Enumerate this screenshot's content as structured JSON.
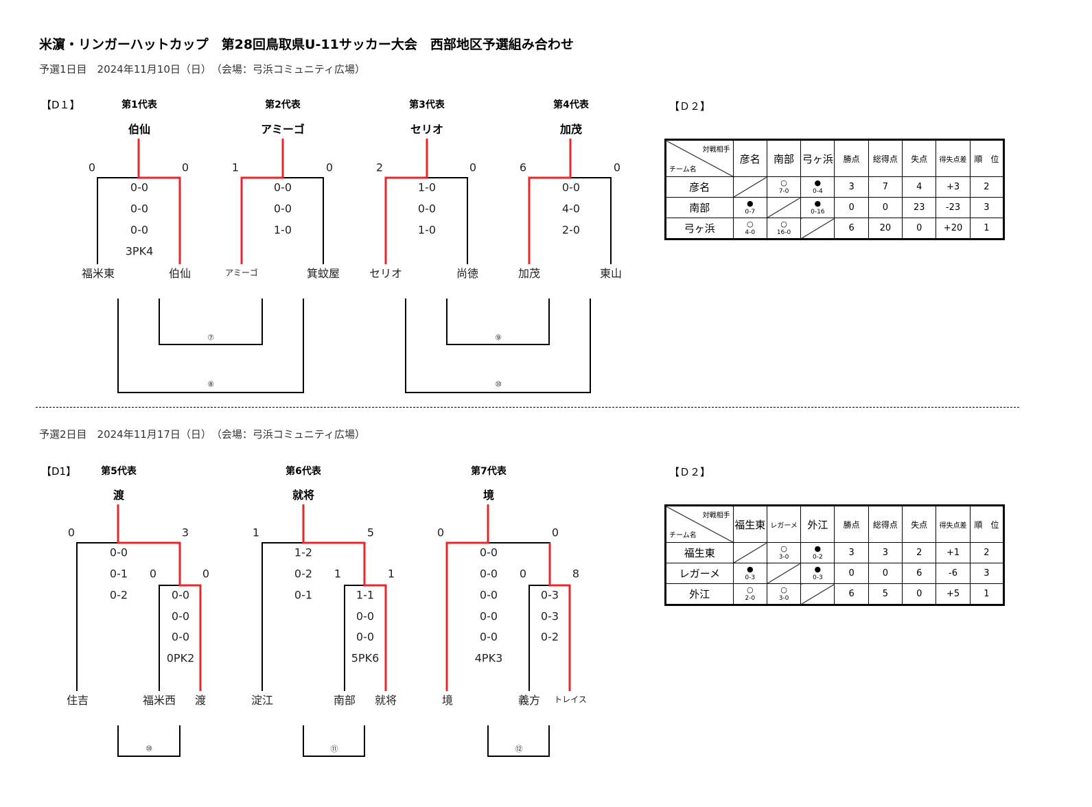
{
  "title": "米濵・リンガーハットカップ　第28回鳥取県U-11サッカー大会　西部地区予選組み合わせ",
  "day1": {
    "label": "予選1日目　2024年11月10日（日）　（会場：弓浜コミュニティ広場）",
    "d1": {
      "section": "【D１】",
      "reps": [
        "第1代表",
        "第2代表",
        "第3代表",
        "第4代表"
      ],
      "winners": [
        "伯仙",
        "アミーゴ",
        "セリオ",
        "加茂"
      ],
      "totals": [
        "0",
        "0",
        "1",
        "0",
        "2",
        "0",
        "6",
        "0"
      ],
      "scores": [
        [
          "0-0",
          "0-0",
          "0-0",
          "3PK4"
        ],
        [
          "0-0",
          "0-0",
          "1-0"
        ],
        [
          "1-0",
          "0-0",
          "1-0"
        ],
        [
          "0-0",
          "4-0",
          "2-0"
        ]
      ],
      "teams": [
        "福米東",
        "伯仙",
        "アミーゴ",
        "箕蚊屋",
        "セリオ",
        "尚徳",
        "加茂",
        "東山"
      ],
      "match_numbers": [
        "⑦",
        "⑧",
        "⑨",
        "⑩"
      ]
    },
    "d2": {
      "section": "【Ｄ２】",
      "header": {
        "opponent": "対戦相手",
        "team": "チーム名",
        "cols": [
          "彦名",
          "南部",
          "弓ヶ浜"
        ],
        "stats": [
          "勝点",
          "総得点",
          "失点",
          "得失点差",
          "順　位"
        ]
      },
      "rows": [
        {
          "team": "彦名",
          "results": [
            null,
            {
              "m": "○",
              "s": "7-0"
            },
            {
              "m": "●",
              "s": "0-4"
            }
          ],
          "stats": [
            "3",
            "7",
            "4",
            "+3",
            "2"
          ]
        },
        {
          "team": "南部",
          "results": [
            {
              "m": "●",
              "s": "0-7"
            },
            null,
            {
              "m": "●",
              "s": "0-16"
            }
          ],
          "stats": [
            "0",
            "0",
            "23",
            "-23",
            "3"
          ]
        },
        {
          "team": "弓ヶ浜",
          "results": [
            {
              "m": "○",
              "s": "4-0"
            },
            {
              "m": "○",
              "s": "16-0"
            },
            null
          ],
          "stats": [
            "6",
            "20",
            "0",
            "+20",
            "1"
          ]
        }
      ]
    }
  },
  "day2": {
    "label": "予選2日目　2024年11月17日（日）　（会場：弓浜コミュニティ広場）",
    "d1": {
      "section": "【D1】",
      "reps": [
        "第5代表",
        "第6代表",
        "第7代表"
      ],
      "winners": [
        "渡",
        "就将",
        "境"
      ],
      "totals_outer": [
        "0",
        "3",
        "1",
        "5",
        "0",
        "0"
      ],
      "totals_inner": [
        "0",
        "0",
        "1",
        "1",
        "0",
        "8"
      ],
      "scores_outer": [
        [
          "0-0",
          "0-1",
          "0-2"
        ],
        [
          "1-2",
          "0-2",
          "0-1"
        ],
        [
          "0-0",
          "0-0",
          "0-0",
          "0-0",
          "0-0",
          "4PK3"
        ]
      ],
      "scores_inner": [
        [
          "0-0",
          "0-0",
          "0-0",
          "0PK2"
        ],
        [
          "1-1",
          "0-0",
          "0-0",
          "5PK6"
        ],
        [
          "0-3",
          "0-3",
          "0-2"
        ]
      ],
      "teams": [
        "住吉",
        "福米西",
        "渡",
        "淀江",
        "南部",
        "就将",
        "境",
        "義方",
        "トレイス"
      ],
      "match_numbers": [
        "⑩",
        "⑪",
        "⑫"
      ]
    },
    "d2": {
      "section": "【Ｄ２】",
      "header": {
        "opponent": "対戦相手",
        "team": "チーム名",
        "cols": [
          "福生東",
          "レガーメ",
          "外江"
        ],
        "stats": [
          "勝点",
          "総得点",
          "失点",
          "得失点差",
          "順　位"
        ]
      },
      "rows": [
        {
          "team": "福生東",
          "results": [
            null,
            {
              "m": "○",
              "s": "3-0"
            },
            {
              "m": "●",
              "s": "0-2"
            }
          ],
          "stats": [
            "3",
            "3",
            "2",
            "+1",
            "2"
          ]
        },
        {
          "team": "レガーメ",
          "results": [
            {
              "m": "●",
              "s": "0-3"
            },
            null,
            {
              "m": "●",
              "s": "0-3"
            }
          ],
          "stats": [
            "0",
            "0",
            "6",
            "-6",
            "3"
          ]
        },
        {
          "team": "外江",
          "results": [
            {
              "m": "○",
              "s": "2-0"
            },
            {
              "m": "○",
              "s": "3-0"
            },
            null
          ],
          "stats": [
            "6",
            "5",
            "0",
            "+5",
            "1"
          ]
        }
      ]
    }
  },
  "colors": {
    "winner_line": "#e8262c",
    "line": "#000000"
  }
}
